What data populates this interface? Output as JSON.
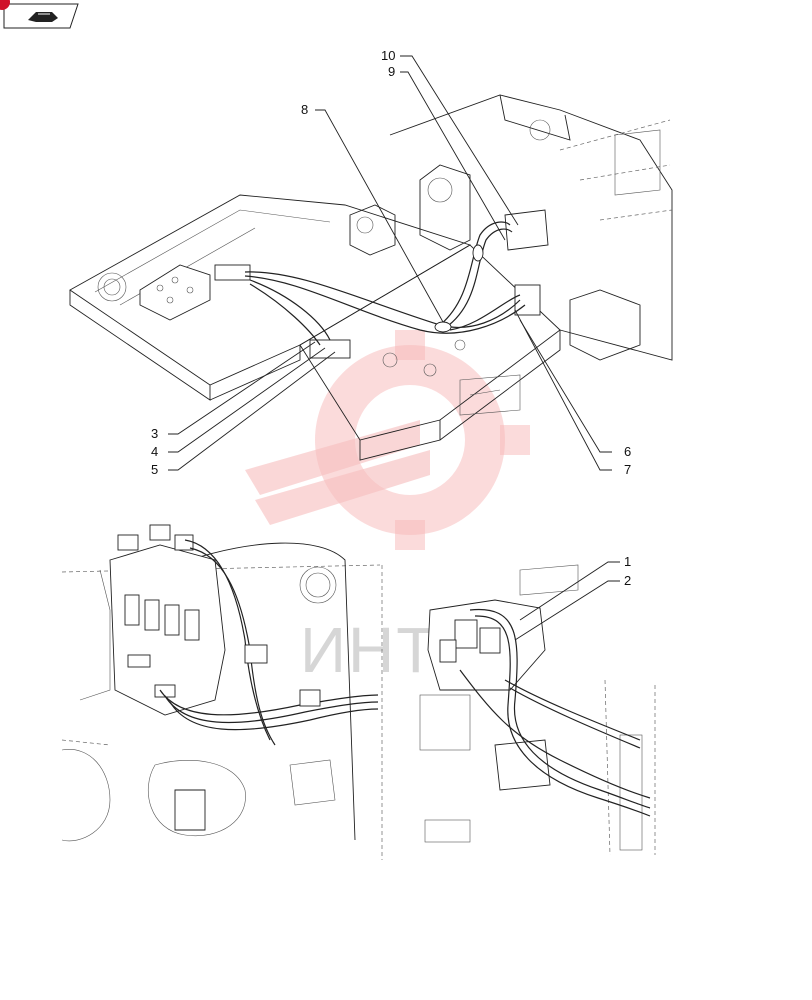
{
  "watermark": {
    "text": "ИНТ",
    "color": "#f5b0b0"
  },
  "badge": {
    "icon": "book-hand-icon",
    "color": "#d0122a"
  },
  "callouts": [
    {
      "id": "c10",
      "label": "10"
    },
    {
      "id": "c9",
      "label": "9"
    },
    {
      "id": "c8",
      "label": "8"
    },
    {
      "id": "c3",
      "label": "3"
    },
    {
      "id": "c4",
      "label": "4"
    },
    {
      "id": "c5",
      "label": "5"
    },
    {
      "id": "c6",
      "label": "6"
    },
    {
      "id": "c7",
      "label": "7"
    },
    {
      "id": "c1",
      "label": "1"
    },
    {
      "id": "c2",
      "label": "2"
    }
  ]
}
